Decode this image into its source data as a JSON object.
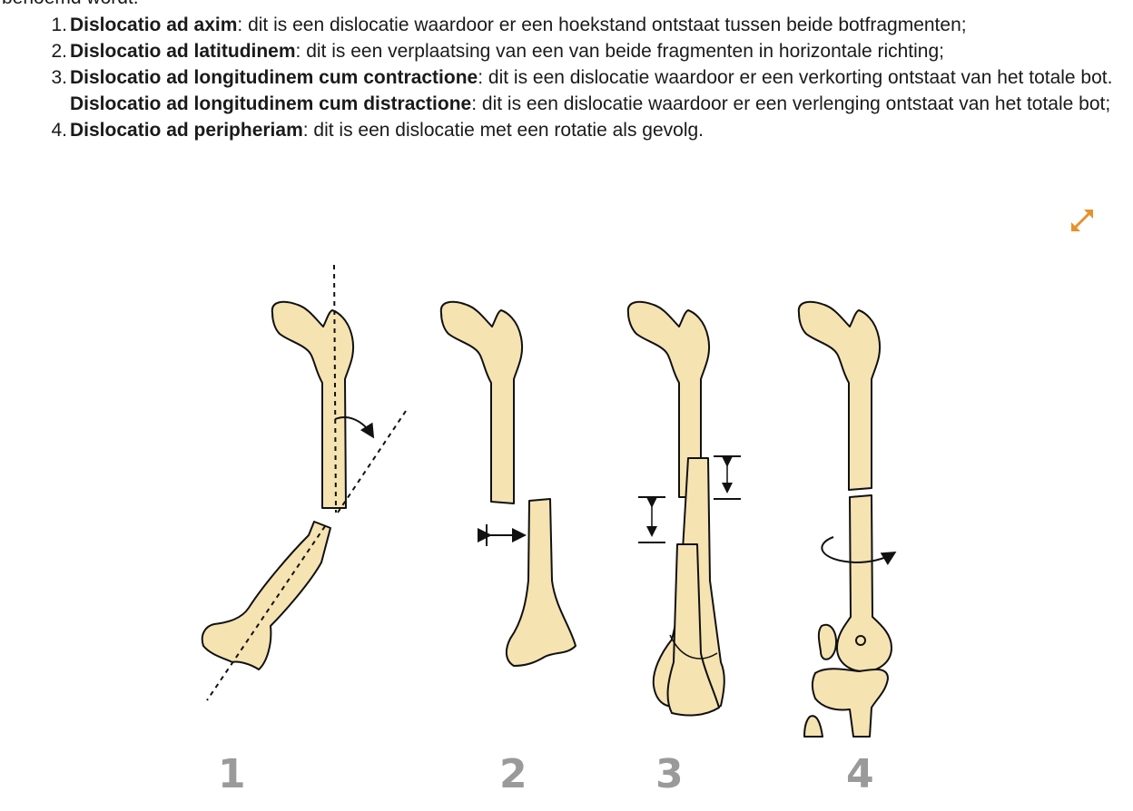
{
  "intro_fragment": "benoemd wordt.",
  "list": [
    {
      "number": "1.",
      "term": "Dislocatio ad axim",
      "description": ": dit is een dislocatie waardoor er een hoekstand ontstaat tussen beide botfragmenten;"
    },
    {
      "number": "2.",
      "term": "Dislocatio ad latitudinem",
      "description": ": dit is een verplaatsing van een van beide fragmenten in horizontale richting;"
    },
    {
      "number": "3.",
      "term": "Dislocatio ad longitudinem cum contractione",
      "description": ": dit is een dislocatie waardoor er een verkorting ontstaat van het totale bot. ",
      "term2": "Dislocatio ad longitudinem cum distractione",
      "description2": ": dit is een dislocatie waardoor er een verlenging ontstaat van het totale bot;"
    },
    {
      "number": "4.",
      "term": "Dislocatio ad peripheriam",
      "description": ": dit is een dislocatie met een rotatie als gevolg."
    }
  ],
  "expand_icon": "expand-diagonal-arrows-icon",
  "accent_color": "#e8912d",
  "bone_color": "#f6e3b2",
  "figure_labels": [
    "1",
    "2",
    "3",
    "4"
  ]
}
